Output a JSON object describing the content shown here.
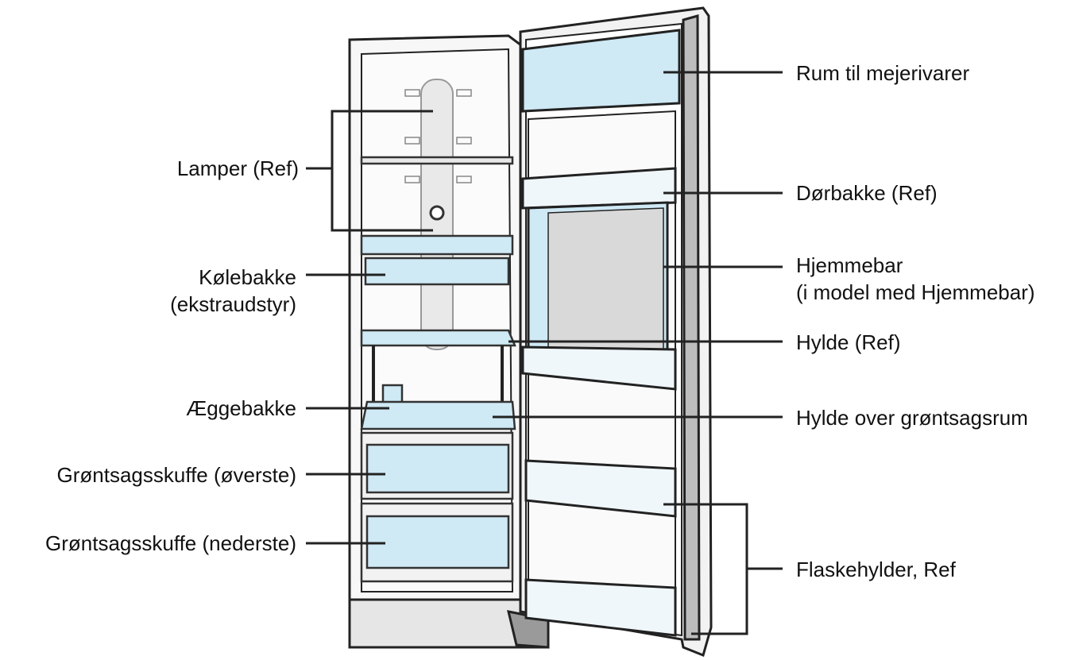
{
  "labels_left": [
    {
      "id": "lamper",
      "text": "Lamper (Ref)"
    },
    {
      "id": "kolebakke-1",
      "text": "Kølebakke"
    },
    {
      "id": "kolebakke-2",
      "text": "(ekstraudstyr)"
    },
    {
      "id": "aeggebakke",
      "text": "Æggebakke"
    },
    {
      "id": "gront-overste",
      "text": "Grøntsagsskuffe (øverste)"
    },
    {
      "id": "gront-nederste",
      "text": "Grøntsagsskuffe (nederste)"
    }
  ],
  "labels_right": [
    {
      "id": "mejeri",
      "text": "Rum til mejerivarer"
    },
    {
      "id": "dorbakke",
      "text": "Dørbakke (Ref)"
    },
    {
      "id": "hjemmebar-1",
      "text": "Hjemmebar"
    },
    {
      "id": "hjemmebar-2",
      "text": "(i model med Hjemmebar)"
    },
    {
      "id": "hylde",
      "text": "Hylde (Ref)"
    },
    {
      "id": "hylde-gront",
      "text": "Hylde over grøntsagsrum"
    },
    {
      "id": "flaske",
      "text": "Flaskehylder, Ref"
    }
  ],
  "colors": {
    "line": "#222222",
    "glass": "#cfe9f5",
    "glass_dark": "#a9d6ea",
    "body": "#f7f7f7",
    "door_frame": "#d9d9d9"
  }
}
